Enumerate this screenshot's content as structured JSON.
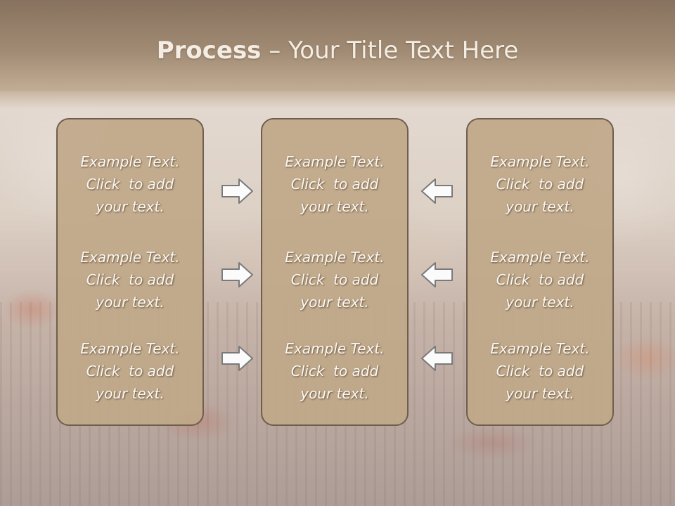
{
  "slide": {
    "title_bold": "Process",
    "title_rest": " – Your Title Text Here"
  },
  "columns": [
    {
      "items": [
        {
          "line1": "Example Text.",
          "line2": "Click  to add",
          "line3": "your text."
        },
        {
          "line1": "Example Text.",
          "line2": "Click  to add",
          "line3": "your text."
        },
        {
          "line1": "Example Text.",
          "line2": "Click  to add",
          "line3": "your text."
        }
      ]
    },
    {
      "items": [
        {
          "line1": "Example Text.",
          "line2": "Click  to add",
          "line3": "your text."
        },
        {
          "line1": "Example Text.",
          "line2": "Click  to add",
          "line3": "your text."
        },
        {
          "line1": "Example Text.",
          "line2": "Click  to add",
          "line3": "your text."
        }
      ]
    },
    {
      "items": [
        {
          "line1": "Example Text.",
          "line2": "Click  to add",
          "line3": "your text."
        },
        {
          "line1": "Example Text.",
          "line2": "Click  to add",
          "line3": "your text."
        },
        {
          "line1": "Example Text.",
          "line2": "Click  to add",
          "line3": "your text."
        }
      ]
    }
  ],
  "arrows": {
    "left_group": "right-arrow-icon",
    "right_group": "left-arrow-icon"
  },
  "colors": {
    "header": "#a08a73",
    "panel": "#c0a889",
    "panel_border": "#6e5e4d",
    "text": "#fbf8f3"
  }
}
